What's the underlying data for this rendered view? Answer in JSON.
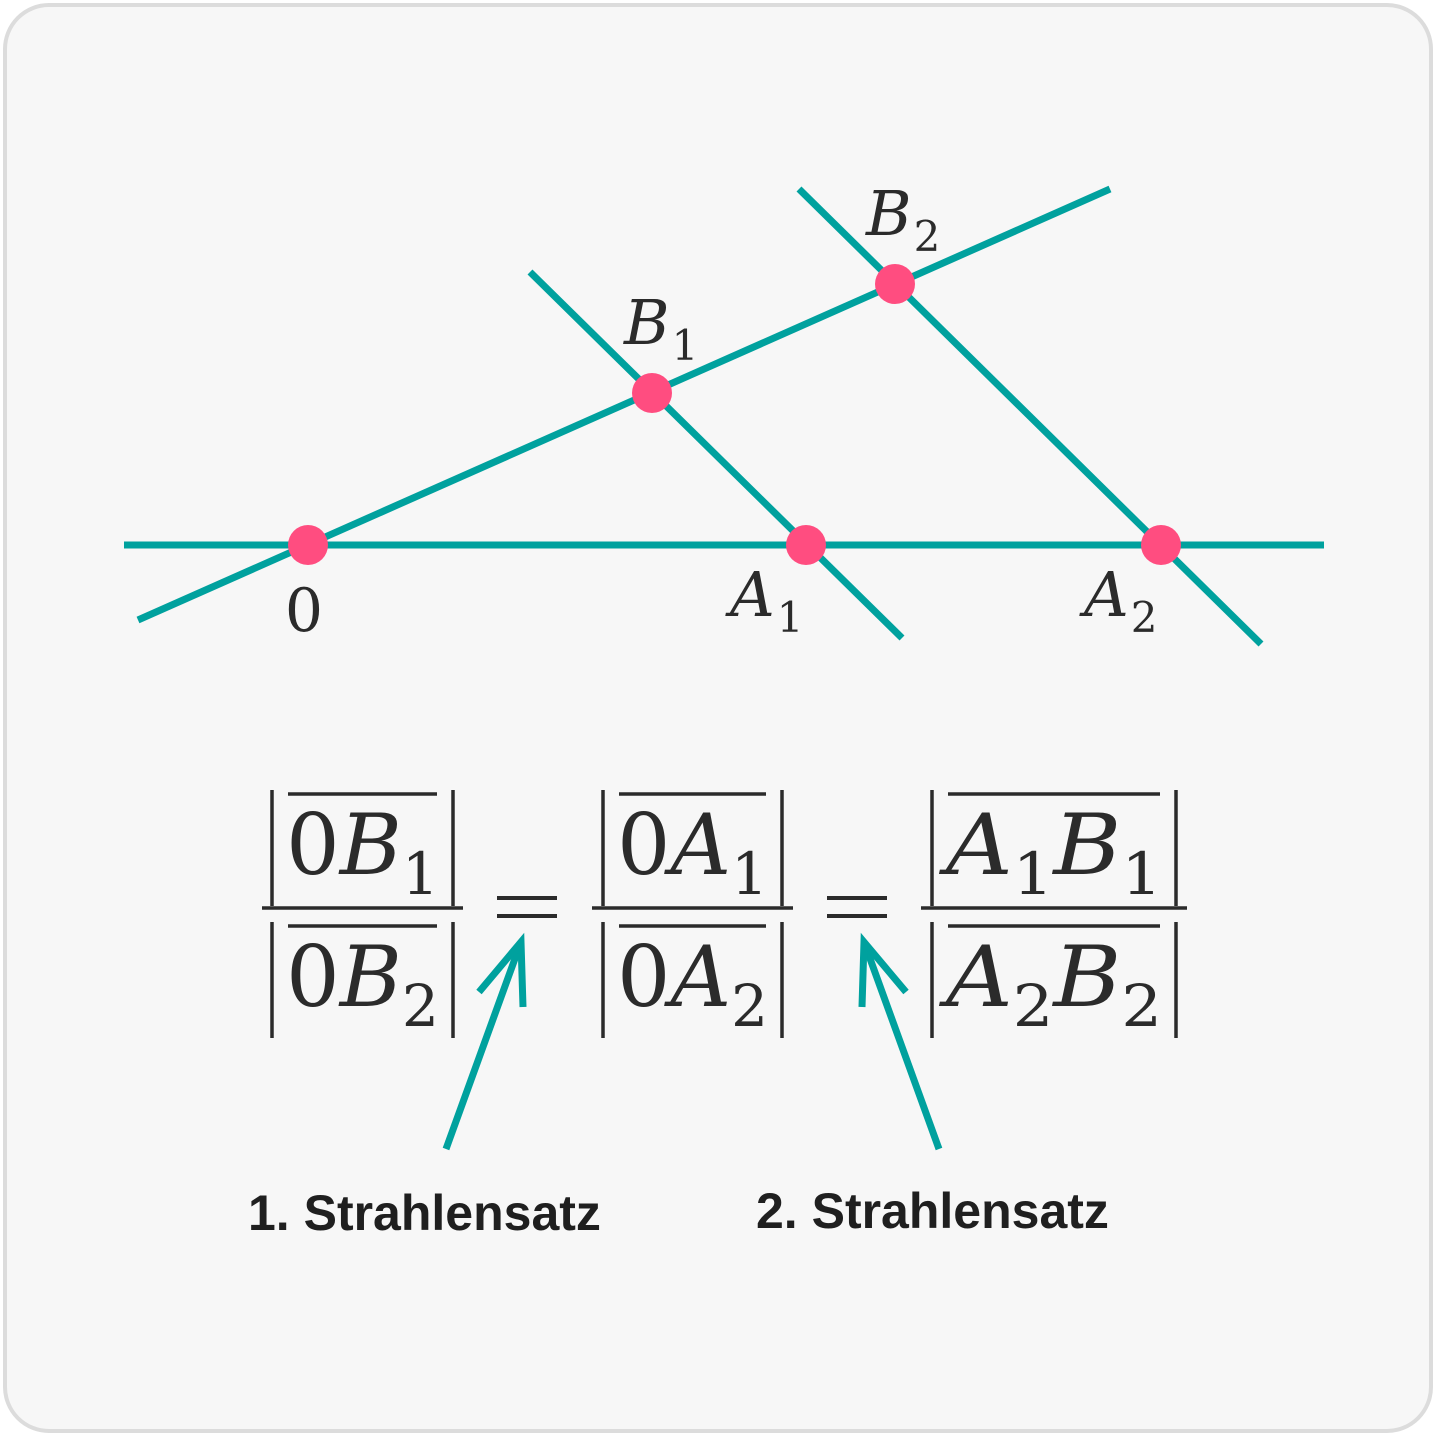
{
  "colors": {
    "line": "#00a19e",
    "point": "#ff4d80",
    "text": "#2b2b2b",
    "background": "#f7f7f7"
  },
  "points": {
    "origin": "0",
    "A1": {
      "letter": "A",
      "sub": "1"
    },
    "A2": {
      "letter": "A",
      "sub": "2"
    },
    "B1": {
      "letter": "B",
      "sub": "1"
    },
    "B2": {
      "letter": "B",
      "sub": "2"
    }
  },
  "formula": {
    "f1": {
      "num": [
        [
          "0",
          ""
        ],
        [
          "B",
          "1"
        ]
      ],
      "den": [
        [
          "0",
          ""
        ],
        [
          "B",
          "2"
        ]
      ]
    },
    "f2": {
      "num": [
        [
          "0",
          ""
        ],
        [
          "A",
          "1"
        ]
      ],
      "den": [
        [
          "0",
          ""
        ],
        [
          "A",
          "2"
        ]
      ]
    },
    "f3": {
      "num": [
        [
          "A",
          "1"
        ],
        [
          "B",
          "1"
        ]
      ],
      "den": [
        [
          "A",
          "2"
        ],
        [
          "B",
          "2"
        ]
      ]
    },
    "equals": "="
  },
  "labels": {
    "first": "1. Strahlensatz",
    "second": "2. Strahlensatz"
  }
}
